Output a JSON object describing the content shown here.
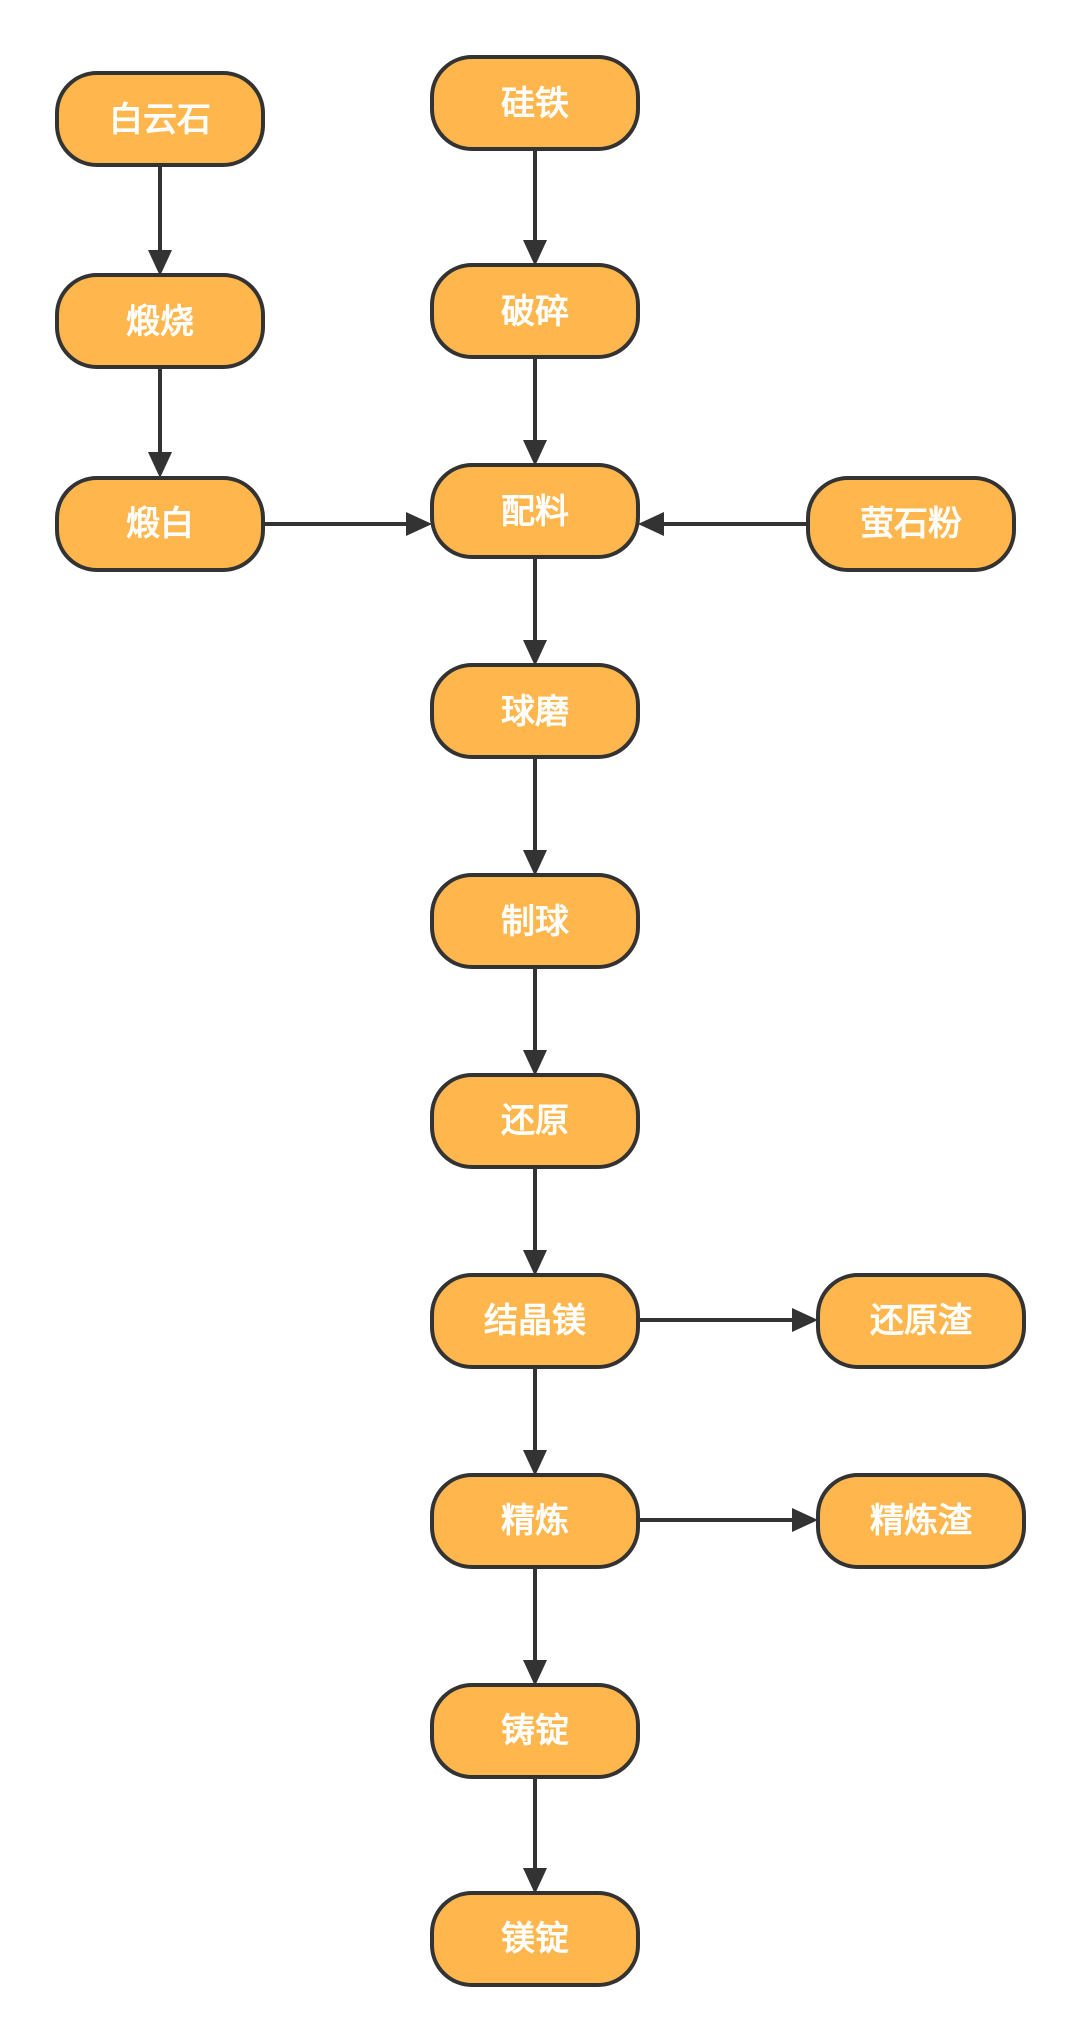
{
  "colors": {
    "node_fill": "#ffb74d",
    "node_stroke": "#333333",
    "label_color": "#ffffff",
    "edge_color": "#333333"
  },
  "nodes": {
    "dolomite": "白云石",
    "calcining": "煅烧",
    "calcined_dolomite": "煅白",
    "ferrosilicon": "硅铁",
    "crushing": "破碎",
    "batching": "配料",
    "fluorite_powder": "萤石粉",
    "ball_milling": "球磨",
    "pelletizing": "制球",
    "reduction": "还原",
    "crystalline_magnesium": "结晶镁",
    "reduction_slag": "还原渣",
    "refining": "精炼",
    "refining_slag": "精炼渣",
    "ingot_casting": "铸锭",
    "magnesium_ingot": "镁锭"
  },
  "edges": [
    {
      "from": "dolomite",
      "to": "calcining"
    },
    {
      "from": "calcining",
      "to": "calcined_dolomite"
    },
    {
      "from": "calcined_dolomite",
      "to": "batching"
    },
    {
      "from": "ferrosilicon",
      "to": "crushing"
    },
    {
      "from": "crushing",
      "to": "batching"
    },
    {
      "from": "fluorite_powder",
      "to": "batching"
    },
    {
      "from": "batching",
      "to": "ball_milling"
    },
    {
      "from": "ball_milling",
      "to": "pelletizing"
    },
    {
      "from": "pelletizing",
      "to": "reduction"
    },
    {
      "from": "reduction",
      "to": "crystalline_magnesium"
    },
    {
      "from": "crystalline_magnesium",
      "to": "reduction_slag"
    },
    {
      "from": "crystalline_magnesium",
      "to": "refining"
    },
    {
      "from": "refining",
      "to": "refining_slag"
    },
    {
      "from": "refining",
      "to": "ingot_casting"
    },
    {
      "from": "ingot_casting",
      "to": "magnesium_ingot"
    }
  ]
}
